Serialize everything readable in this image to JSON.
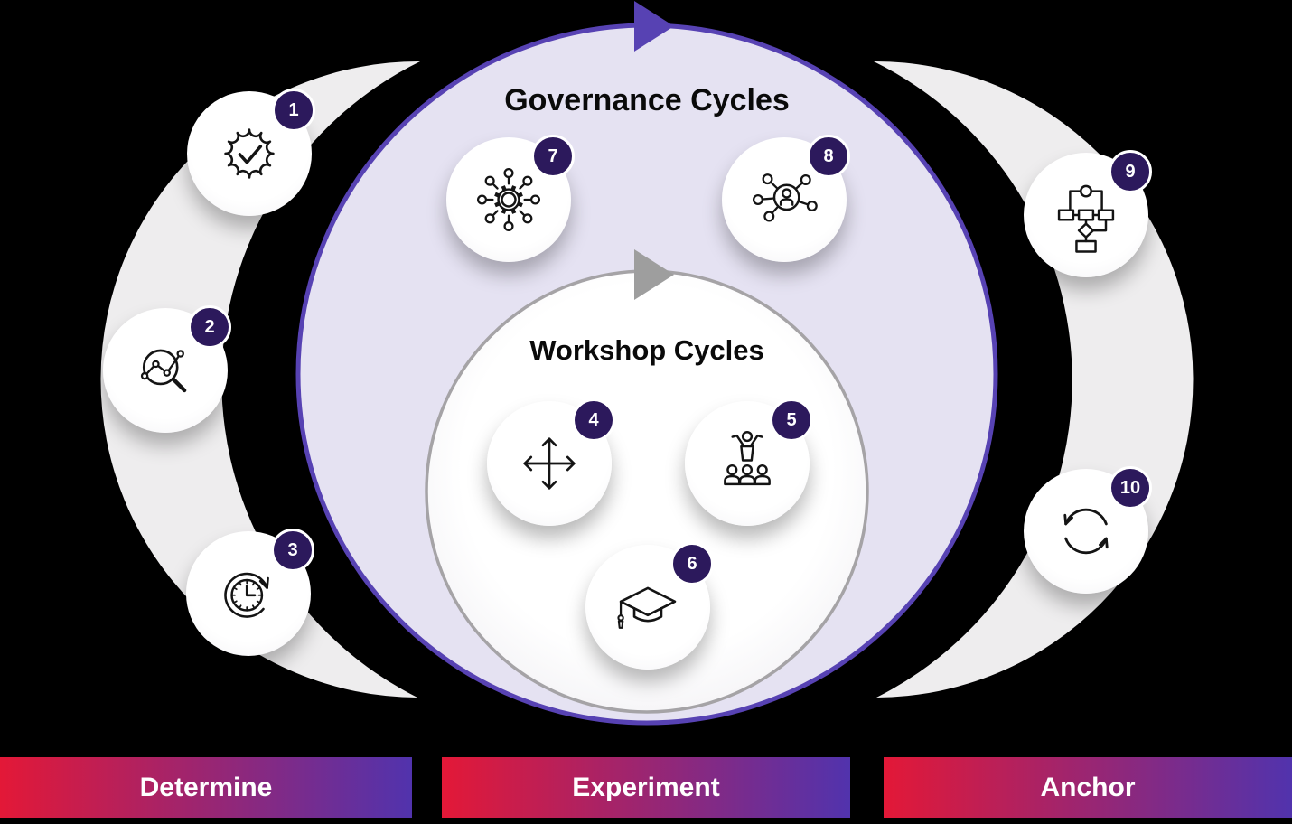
{
  "diagram": {
    "outer_title": "Governance Cycles",
    "inner_title": "Workshop Cycles"
  },
  "steps": [
    {
      "number": "1",
      "icon": "certified-check-icon"
    },
    {
      "number": "2",
      "icon": "chart-magnifier-icon"
    },
    {
      "number": "3",
      "icon": "time-cycle-icon"
    },
    {
      "number": "4",
      "icon": "move-arrows-icon"
    },
    {
      "number": "5",
      "icon": "presenter-audience-icon"
    },
    {
      "number": "6",
      "icon": "graduation-cap-icon"
    },
    {
      "number": "7",
      "icon": "gear-network-icon"
    },
    {
      "number": "8",
      "icon": "people-network-icon"
    },
    {
      "number": "9",
      "icon": "flowchart-icon"
    },
    {
      "number": "10",
      "icon": "sync-arrows-icon"
    }
  ],
  "phases": [
    {
      "label": "Determine"
    },
    {
      "label": "Experiment"
    },
    {
      "label": "Anchor"
    }
  ],
  "colors": {
    "background": "#000000",
    "outer_circle_fill": "#e5e2f2",
    "outer_circle_stroke": "#5742b3",
    "inner_circle_stroke": "#a5a3a6",
    "crescent_fill": "#eeedee",
    "badge_fill": "#2c195c",
    "bar_gradient_start": "#e31837",
    "bar_gradient_end": "#5133ad",
    "bar_text": "#ffffff"
  }
}
